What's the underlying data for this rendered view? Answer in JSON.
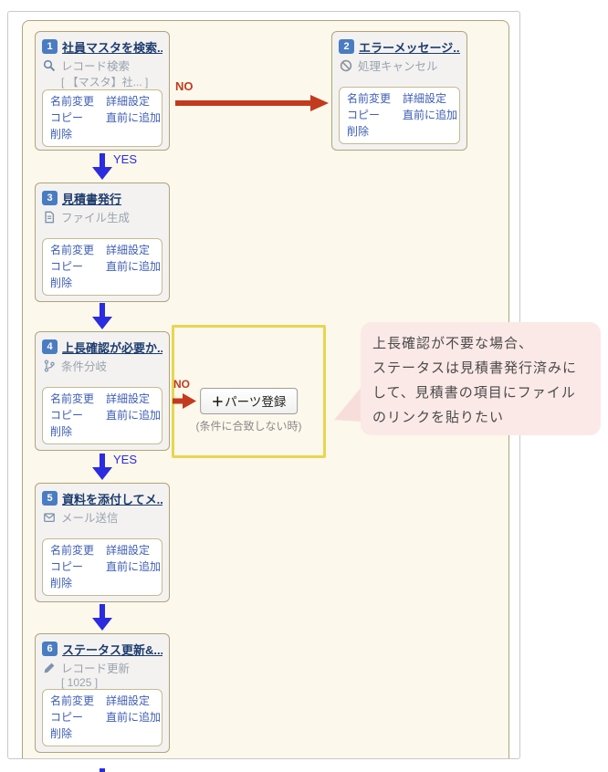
{
  "flow": {
    "cards": [
      {
        "number": "1",
        "title": "社員マスタを検索...",
        "icon": "search-icon",
        "subtitle": "レコード検索",
        "detail": "[ 【マスタ】社... ]"
      },
      {
        "number": "2",
        "title": "エラーメッセージ...",
        "icon": "cancel-icon",
        "subtitle": "処理キャンセル"
      },
      {
        "number": "3",
        "title": "見積書発行",
        "icon": "file-icon",
        "subtitle": "ファイル生成"
      },
      {
        "number": "4",
        "title": "上長確認が必要か...",
        "icon": "branch-icon",
        "subtitle": "条件分岐"
      },
      {
        "number": "5",
        "title": "資料を添付してメ...",
        "icon": "mail-icon",
        "subtitle": "メール送信"
      },
      {
        "number": "6",
        "title": "ステータス更新&...",
        "icon": "edit-icon",
        "subtitle": "レコード更新",
        "detail": "[ 1025 ]"
      }
    ],
    "card_actions": [
      "名前変更",
      "詳細設定",
      "コピー",
      "直前に追加",
      "削除"
    ],
    "labels": {
      "yes": "YES",
      "no": "NO"
    },
    "add_part": {
      "plus": "＋",
      "button": "パーツ登録",
      "caption": "(条件に合致しない時)"
    },
    "note": "上長確認が不要な場合、\nステータスは見積書発行済みに\nして、見積書の項目にファイル\nのリンクを貼りたい",
    "colors": {
      "yes_arrow": "#2b2bdf",
      "no_arrow": "#c23b1e",
      "highlight_border": "#e9d54f",
      "note_background": "#fbe9e7",
      "badge_background": "#4a7cc2",
      "canvas_background": "#fcf8eb"
    }
  }
}
